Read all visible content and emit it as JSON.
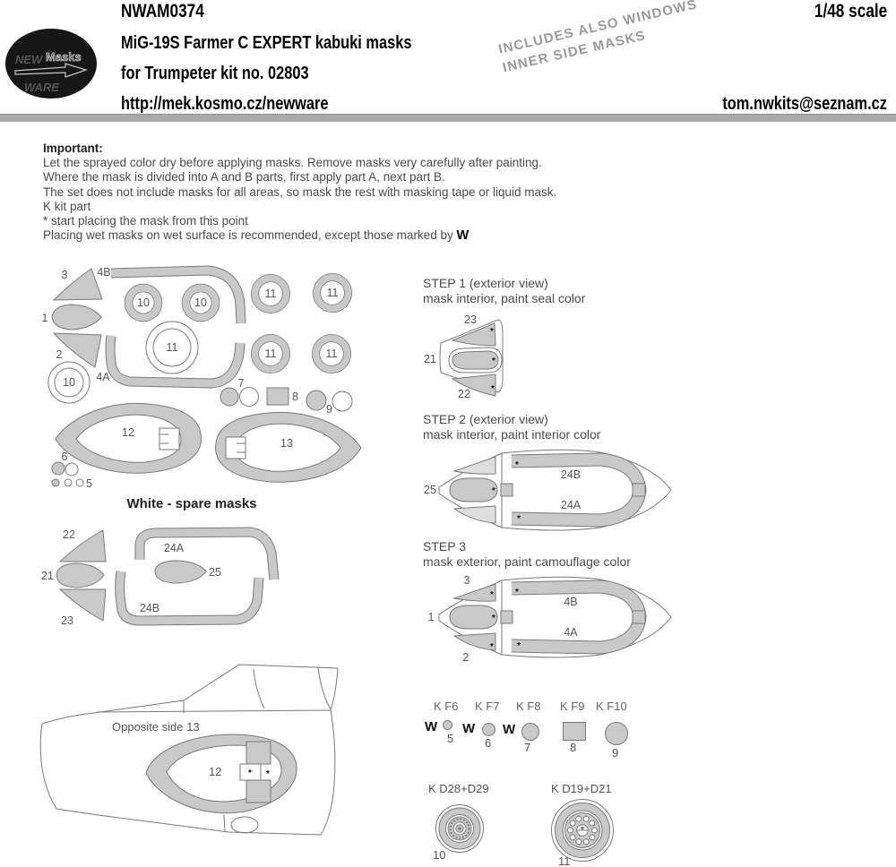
{
  "header": {
    "logo": {
      "new": "NEW",
      "masks": "Masks",
      "ware": "WARE"
    },
    "product_code": "NWAM0374",
    "title": "MiG-19S Farmer C EXPERT kabuki masks",
    "subtitle": "for Trumpeter kit no. 02803",
    "url": "http://mek.kosmo.cz/newware",
    "scale": "1/48 scale",
    "email": "tom.nwkits@seznam.cz",
    "note_line1": "INCLUDES ALSO WINDOWS",
    "note_line2": "INNER SIDE MASKS"
  },
  "instructions": {
    "heading": "Important:",
    "lines": [
      "Let the sprayed color dry before applying masks. Remove masks very carefully after painting.",
      "Where the mask is divided into A and B parts, first apply part A, next part B.",
      "The set does not include masks for all areas, so mask the rest with masking tape or liquid mask.",
      "K kit part",
      "*  start placing the mask from this point"
    ],
    "last_line": "Placing wet masks on wet surface is recommended, except those marked by ",
    "wet_mark": "W"
  },
  "sheet": {
    "top_labels": [
      "3",
      "4B",
      "1",
      "2",
      "10",
      "10",
      "11",
      "11",
      "11",
      "11",
      "11",
      "10",
      "4A",
      "7",
      "8",
      "9",
      "12",
      "13",
      "6",
      "5"
    ],
    "spare_heading": "White - spare masks",
    "spare_labels": [
      "22",
      "21",
      "23",
      "24A",
      "25",
      "24B"
    ]
  },
  "nose": {
    "panel_label": "Opposite side 13",
    "mask_label": "12"
  },
  "steps": [
    {
      "title": "STEP 1 (exterior view)",
      "subtitle": "mask interior, paint seal color",
      "labels": [
        "23",
        "21",
        "22"
      ]
    },
    {
      "title": "STEP 2 (exterior view)",
      "subtitle": "mask interior, paint interior color",
      "labels": [
        "25",
        "24B",
        "24A"
      ]
    },
    {
      "title": "STEP 3",
      "subtitle": "mask exterior, paint camouflage color",
      "labels": [
        "3",
        "1",
        "2",
        "4B",
        "4A"
      ]
    }
  ],
  "fasteners": {
    "items": [
      {
        "label": "K F6",
        "wet": "W",
        "num": "5"
      },
      {
        "label": "K F7",
        "wet": "W",
        "num": "6"
      },
      {
        "label": "K F8",
        "wet": "W",
        "num": "7"
      },
      {
        "label": "K F9",
        "num": "8"
      },
      {
        "label": "K F10",
        "num": "9"
      }
    ]
  },
  "wheels": {
    "items": [
      {
        "label": "K D28+D29",
        "num": "10"
      },
      {
        "label": "K D19+D21",
        "num": "11"
      }
    ]
  },
  "glyphs": {
    "asterisk": "*"
  },
  "colors": {
    "mask_gray": "#c9c9c9",
    "glass_gray": "#dedede",
    "outline_gray": "#7a7a7a",
    "divider_gray": "#a8a8a8",
    "label_gray": "#555555",
    "note_gray": "#9a9a9a"
  }
}
